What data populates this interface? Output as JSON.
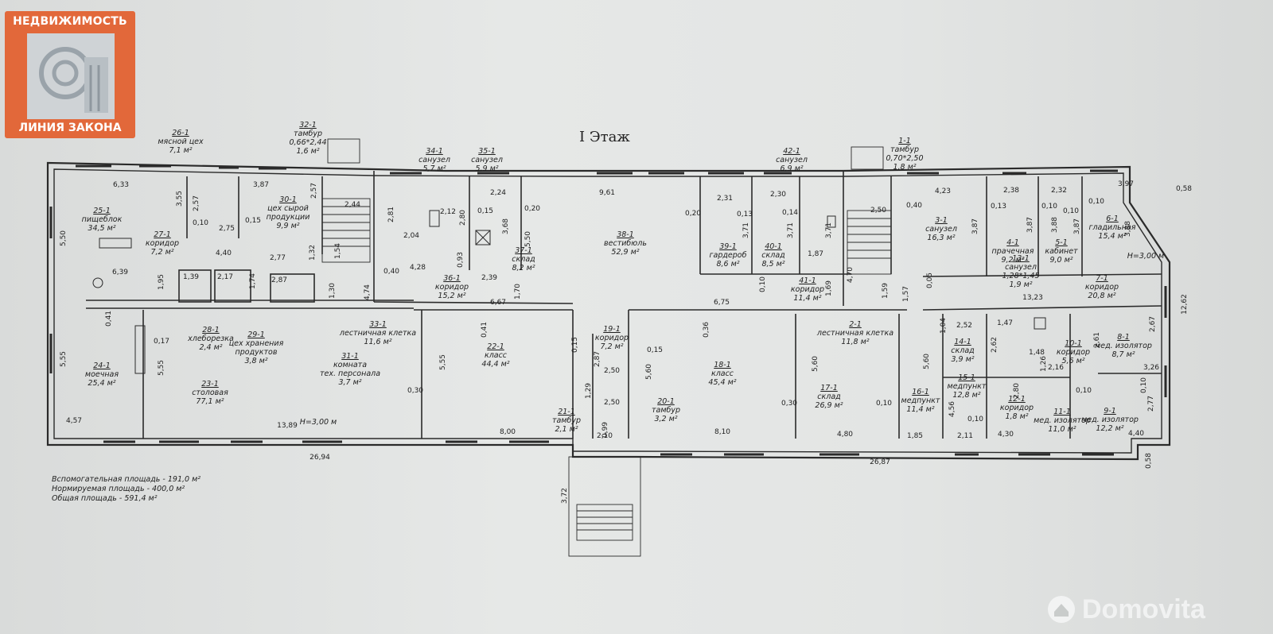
{
  "logo": {
    "top": "НЕДВИЖИМОСТЬ",
    "bottom": "ЛИНИЯ ЗАКОНА"
  },
  "watermark": "Domovita",
  "floor_title": "I Этаж",
  "totals": [
    "Вспомогательная площадь - 191,0 м²",
    "Нормируемая площадь - 400,0 м²",
    "Общая площадь - 591,4 м²"
  ],
  "rooms": [
    {
      "id": "26-1",
      "lines": [
        "мясной цех",
        "7,1 м²"
      ]
    },
    {
      "id": "32-1",
      "lines": [
        "тамбур",
        "0,66*2,44",
        "1,6 м²"
      ]
    },
    {
      "id": "34-1",
      "lines": [
        "санузел",
        "5,7 м²"
      ]
    },
    {
      "id": "35-1",
      "lines": [
        "санузел",
        "5,9 м²"
      ]
    },
    {
      "id": "42-1",
      "lines": [
        "санузел",
        "6,9 м²"
      ]
    },
    {
      "id": "1-1",
      "lines": [
        "тамбур",
        "0,70*2,50",
        "1,8 м²"
      ]
    },
    {
      "id": "25-1",
      "lines": [
        "пищеблок",
        "34,5 м²"
      ]
    },
    {
      "id": "30-1",
      "lines": [
        "цех сырой",
        "продукции",
        "9,9 м²"
      ]
    },
    {
      "id": "27-1",
      "lines": [
        "коридор",
        "7,2 м²"
      ]
    },
    {
      "id": "37-1",
      "lines": [
        "склад",
        "8,2 м²"
      ]
    },
    {
      "id": "38-1",
      "lines": [
        "вестибюль",
        "52,9 м²"
      ]
    },
    {
      "id": "39-1",
      "lines": [
        "гардероб",
        "8,6 м²"
      ]
    },
    {
      "id": "40-1",
      "lines": [
        "склад",
        "8,5 м²"
      ]
    },
    {
      "id": "3-1",
      "lines": [
        "санузел",
        "16,3 м²"
      ]
    },
    {
      "id": "4-1",
      "lines": [
        "прачечная",
        "9,2 м²"
      ]
    },
    {
      "id": "5-1",
      "lines": [
        "кабинет",
        "9,0 м²"
      ]
    },
    {
      "id": "6-1",
      "lines": [
        "гладильная",
        "15,4 м²"
      ]
    },
    {
      "id": "36-1",
      "lines": [
        "коридор",
        "15,2 м²"
      ]
    },
    {
      "id": "41-1",
      "lines": [
        "коридор",
        "11,4 м²"
      ]
    },
    {
      "id": "13-1",
      "lines": [
        "санузел",
        "1,28*1,45",
        "1,9 м²"
      ]
    },
    {
      "id": "7-1",
      "lines": [
        "коридор",
        "20,8 м²"
      ]
    },
    {
      "id": "33-1",
      "lines": [
        "лестничная клетка",
        "11,6 м²"
      ]
    },
    {
      "id": "2-1",
      "lines": [
        "лестничная клетка",
        "11,8 м²"
      ]
    },
    {
      "id": "28-1",
      "lines": [
        "хлеборезка",
        "2,4 м²"
      ]
    },
    {
      "id": "29-1",
      "lines": [
        "цех хранения",
        "продуктов",
        "3,8 м²"
      ]
    },
    {
      "id": "31-1",
      "lines": [
        "комната",
        "тех. персонала",
        "3,7 м²"
      ]
    },
    {
      "id": "22-1",
      "lines": [
        "класс",
        "44,4 м²"
      ]
    },
    {
      "id": "19-1",
      "lines": [
        "коридор",
        "7,2 м²"
      ]
    },
    {
      "id": "18-1",
      "lines": [
        "класс",
        "45,4 м²"
      ]
    },
    {
      "id": "14-1",
      "lines": [
        "склад",
        "3,9 м²"
      ]
    },
    {
      "id": "10-1",
      "lines": [
        "коридор",
        "5,6 м²"
      ]
    },
    {
      "id": "8-1",
      "lines": [
        "мед. изолятор",
        "8,7 м²"
      ]
    },
    {
      "id": "24-1",
      "lines": [
        "моечная",
        "25,4 м²"
      ]
    },
    {
      "id": "23-1",
      "lines": [
        "столовая",
        "77,1 м²"
      ]
    },
    {
      "id": "17-1",
      "lines": [
        "склад",
        "26,9 м²"
      ]
    },
    {
      "id": "16-1",
      "lines": [
        "медпункт",
        "11,4 м²"
      ]
    },
    {
      "id": "15-1",
      "lines": [
        "медпункт",
        "12,8 м²"
      ]
    },
    {
      "id": "12-1",
      "lines": [
        "коридор",
        "1,8 м²"
      ]
    },
    {
      "id": "20-1",
      "lines": [
        "тамбур",
        "3,2 м²"
      ]
    },
    {
      "id": "21-1",
      "lines": [
        "тамбур",
        "2,1 м²"
      ]
    },
    {
      "id": "11-1",
      "lines": [
        "мед. изолятор",
        "11,0 м²"
      ]
    },
    {
      "id": "9-1",
      "lines": [
        "мед. изолятор",
        "12,2 м²"
      ]
    }
  ],
  "room_heights": [
    "H=3,00 м",
    "H=3,00 м"
  ],
  "dimensions": [
    "6,33",
    "3,55",
    "2,57",
    "3,87",
    "2,57",
    "2,44",
    "2,81",
    "2,24",
    "9,61",
    "2,31",
    "2,30",
    "4,23",
    "2,38",
    "2,32",
    "0,10",
    "3,97",
    "0,58",
    "5,50",
    "0,10",
    "2,75",
    "0,15",
    "2,04",
    "2,12",
    "0,15",
    "0,20",
    "0,20",
    "0,13",
    "0,14",
    "2,50",
    "0,40",
    "0,13",
    "0,10",
    "0,10",
    "6,39",
    "4,40",
    "2,77",
    "1,32",
    "1,54",
    "2,80",
    "3,68",
    "5,50",
    "3,71",
    "3,71",
    "3,71",
    "3,87",
    "3,87",
    "3,88",
    "3,87",
    "3,88",
    "1,95",
    "1,39",
    "2,17",
    "1,74",
    "2,87",
    "4,28",
    "0,93",
    "0,40",
    "2,39",
    "1,87",
    "0,10",
    "1,69",
    "4,70",
    "1,59",
    "1,57",
    "0,05",
    "1,30",
    "4,74",
    "1,70",
    "6,67",
    "6,75",
    "13,23",
    "12,62",
    "0,41",
    "0,17",
    "0,41",
    "0,36",
    "0,15",
    "2,87",
    "0,15",
    "1,04",
    "2,52",
    "1,47",
    "2,62",
    "1,48",
    "1,26",
    "2,61",
    "2,67",
    "5,55",
    "5,55",
    "5,55",
    "5,60",
    "5,60",
    "5,60",
    "3,26",
    "2,16",
    "0,10",
    "2,77",
    "0,30",
    "0,30",
    "2,50",
    "2,50",
    "1,29",
    "0,99",
    "2,10",
    "0,10",
    "4,56",
    "0,10",
    "2,80",
    "0,10",
    "4,57",
    "13,89",
    "8,00",
    "8,10",
    "4,80",
    "1,85",
    "2,11",
    "4,30",
    "4,40",
    "26,94",
    "26,87",
    "3,72",
    "0,58"
  ]
}
